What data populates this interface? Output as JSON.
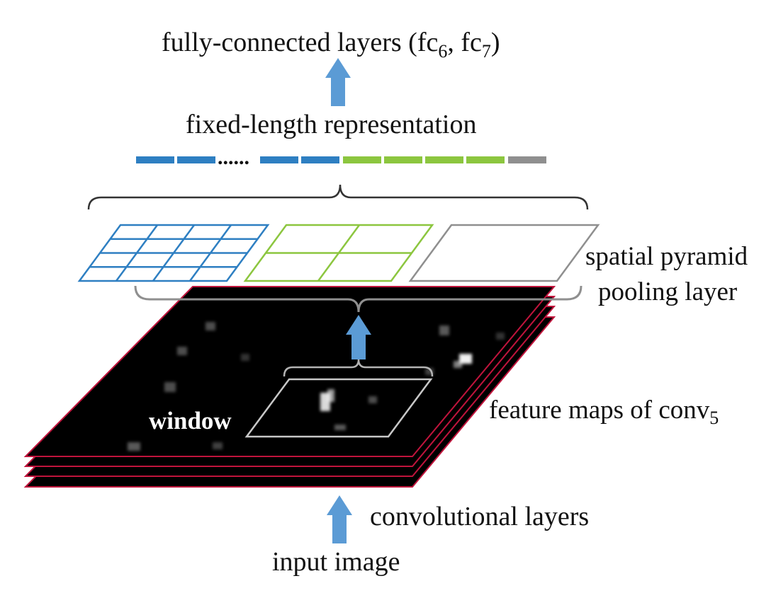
{
  "labels": {
    "fc_prefix": "fully-connected layers (fc",
    "fc6_sub": "6",
    "fc_sep": ", fc",
    "fc7_sub": "7",
    "fc_suffix": ")",
    "fixed_length": "fixed-length representation",
    "ellipsis": "......",
    "spp_line1": "spatial pyramid",
    "spp_line2": "pooling layer",
    "window": "window",
    "feature_maps_prefix": "feature maps of conv",
    "feature_maps_sub": "5",
    "conv_layers": "convolutional layers",
    "input_image": "input image"
  },
  "pyramid_levels": [
    {
      "grid": "4x4",
      "color": "#2e7fc2"
    },
    {
      "grid": "2x2",
      "color": "#8cc63f"
    },
    {
      "grid": "1x1",
      "color": "#8f8f8f"
    }
  ],
  "representation_segments": {
    "blue_before_ellipsis": 2,
    "blue_after_ellipsis": 2,
    "green": 4,
    "gray": 1
  },
  "feature_map_layers": 4,
  "colors": {
    "arrow": "#5b9bd5",
    "blue": "#2e7fc2",
    "green": "#8cc63f",
    "gray": "#8f8f8f",
    "feature_map_fill": "#000000",
    "feature_map_border": "#c0143c",
    "brace": "#333333",
    "gray_brace": "#8f8f8f",
    "window_border": "#c8c8c8"
  }
}
